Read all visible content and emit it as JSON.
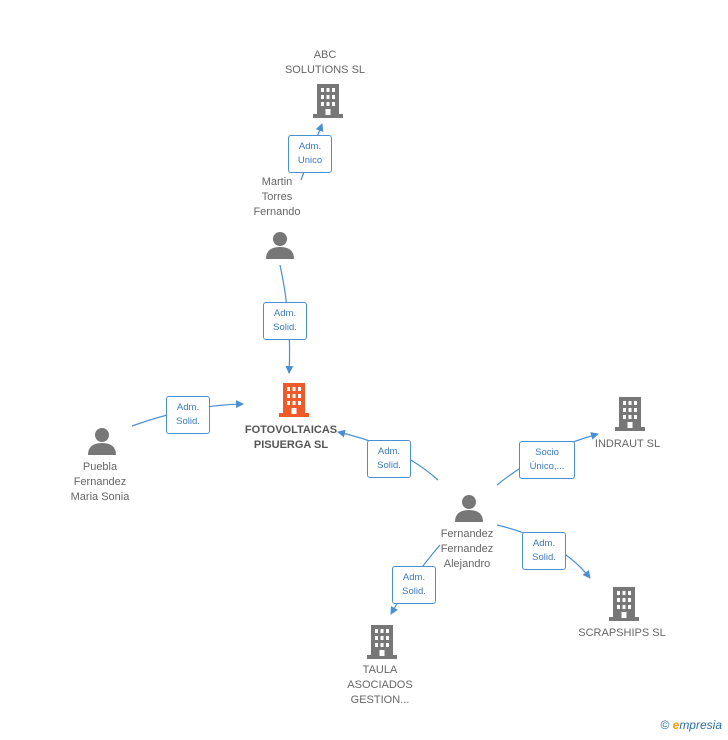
{
  "nodes": {
    "abc": "ABC\nSOLUTIONS SL",
    "martin": "Martin\nTorres\nFernando",
    "main": "FOTOVOLTAICAS\nPISUERGA SL",
    "puebla": "Puebla\nFernandez\nMaria Sonia",
    "indraut": "INDRAUT SL",
    "fernandez": "Fernandez\nFernandez\nAlejandro",
    "scrapships": "SCRAPSHIPS  SL",
    "taula": "TAULA\nASOCIADOS\nGESTION..."
  },
  "edges": {
    "martin_abc": "Adm.\nUnico",
    "martin_main": "Adm.\nSolid.",
    "puebla_main": "Adm.\nSolid.",
    "fernandez_main": "Adm.\nSolid.",
    "fernandez_indraut": "Socio\nÚnico,...",
    "fernandez_scrapships": "Adm.\nSolid.",
    "fernandez_taula": "Adm.\nSolid."
  },
  "footer": {
    "copyright": "©",
    "brand_initial": "e",
    "brand_rest": "mpresia"
  },
  "colors": {
    "accent": "#4a8fd4",
    "main_building": "#f05a28",
    "building": "#777777",
    "person": "#777777"
  }
}
